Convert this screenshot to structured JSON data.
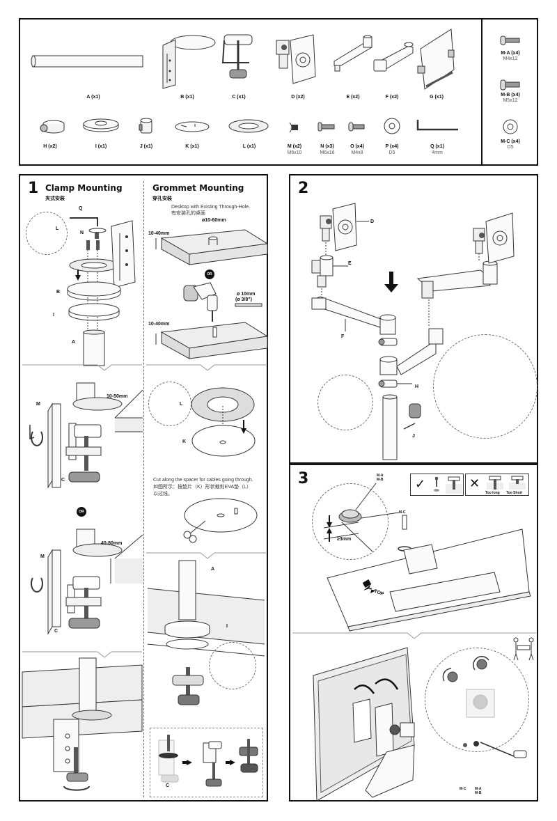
{
  "parts": {
    "row1": [
      {
        "label": "A (x1)"
      },
      {
        "label": "B (x1)"
      },
      {
        "label": "C (x1)"
      },
      {
        "label": "D (x2)"
      },
      {
        "label": "E (x2)"
      },
      {
        "label": "F (x2)"
      },
      {
        "label": "G (x1)"
      }
    ],
    "row2": [
      {
        "label": "H (x2)",
        "spec": ""
      },
      {
        "label": "I (x1)",
        "spec": ""
      },
      {
        "label": "J (x1)",
        "spec": ""
      },
      {
        "label": "K (x1)",
        "spec": ""
      },
      {
        "label": "L (x1)",
        "spec": ""
      },
      {
        "label": "M (x2)",
        "spec": "M6x10"
      },
      {
        "label": "N (x3)",
        "spec": "M6x16"
      },
      {
        "label": "O (x4)",
        "spec": "M4x8"
      },
      {
        "label": "P (x4)",
        "spec": "D5"
      },
      {
        "label": "Q (x1)",
        "spec": "4mm"
      }
    ],
    "monitor_hardware": [
      {
        "label": "M-A (x4)",
        "spec": "M4x12"
      },
      {
        "label": "M-B (x4)",
        "spec": "M5x12"
      },
      {
        "label": "M-C (x4)",
        "spec": "D5"
      }
    ]
  },
  "step1": {
    "number": "1",
    "clamp": {
      "title": "Clamp Mounting",
      "title_cn": "夹式安装",
      "callouts": {
        "q": "Q",
        "n": "N",
        "l": "L",
        "b": "B",
        "i": "I",
        "a": "A",
        "m": "M",
        "c": "C"
      },
      "range1": "10-50mm",
      "range2": "40-80mm",
      "or": "OR"
    },
    "grommet": {
      "title": "Grommet Mounting",
      "title_cn": "穿孔安装",
      "note_en": "Desktop with Existing Through-Hole.",
      "note_cn": "有安装孔的桌面",
      "hole_dia": "ø10-60mm",
      "thickness1": "10-40mm",
      "thickness2": "10-40mm",
      "drill_dia": "ø 10mm",
      "drill_dia_in": "(ø 3/8\")",
      "or": "OR",
      "cut_note_en": "Cut along the spacer for cables going through.",
      "cut_note_cn1": "如图所示：按垫片（K）形状裁剪EVA垫（L）",
      "cut_note_cn2": "以过线。",
      "callouts": {
        "l": "L",
        "k": "K",
        "a": "A",
        "i": "I",
        "c": "C"
      }
    }
  },
  "step2": {
    "number": "2",
    "callouts": {
      "d": "D",
      "e": "E",
      "f": "F",
      "h": "H",
      "j": "J"
    }
  },
  "step3": {
    "number": "3",
    "callouts": {
      "mab": "M-A\nM-B",
      "ma": "M-A",
      "mb": "M-B",
      "mc": "M-C"
    },
    "min_depth": "≥3mm",
    "correct_mark": "✓",
    "wrong_mark": "✕",
    "too_long": "Too long",
    "too_short": "Too Short",
    "top_label": "TOP"
  }
}
